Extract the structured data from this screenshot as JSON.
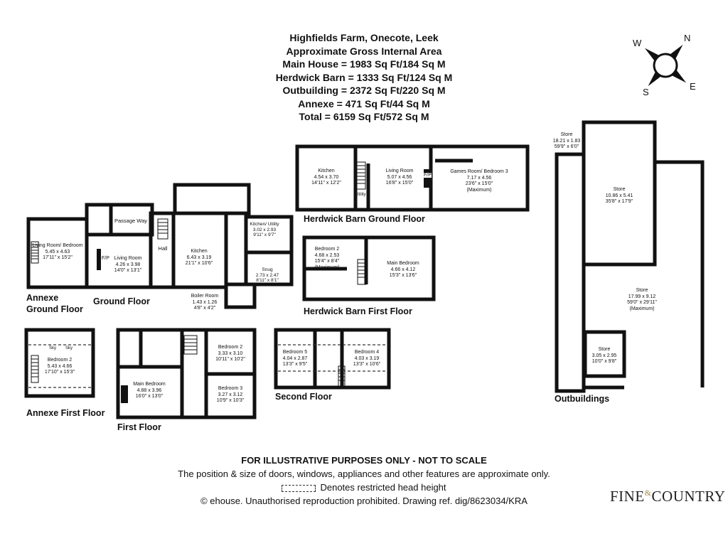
{
  "header": {
    "lines": [
      "Highfields Farm, Onecote, Leek",
      "Approximate Gross Internal Area",
      "Main House = 1983 Sq Ft/184 Sq M",
      "Herdwick Barn = 1333 Sq Ft/124 Sq M",
      "Outbuilding = 2372 Sq Ft/220 Sq M",
      "Annexe = 471 Sq Ft/44 Sq M",
      "Total = 6159 Sq Ft/572 Sq M"
    ]
  },
  "compass": {
    "n": "N",
    "e": "E",
    "s": "S",
    "w": "W"
  },
  "plans": {
    "annexe_ground": {
      "label": "Annexe Ground Floor",
      "label_line1": "Annexe",
      "label_line2": "Ground Floor",
      "rooms": [
        {
          "name": "Living Room/ Bedroom",
          "metric": "5.45 x 4.63",
          "imperial": "17'11\" x 15'2\""
        }
      ]
    },
    "ground": {
      "label": "Ground Floor",
      "rooms": [
        {
          "name": "Passage Way"
        },
        {
          "name": "Living Room",
          "metric": "4.26 x 3.98",
          "imperial": "14'0\" x 13'1\""
        },
        {
          "name": "Hall"
        },
        {
          "name": "Kitchen",
          "metric": "6.43 x 3.19",
          "imperial": "21'1\" x 10'6\""
        },
        {
          "name": "Kitchen/ Utility",
          "metric": "3.02 x 2.93",
          "imperial": "9'11\" x 9'7\""
        },
        {
          "name": "Snug",
          "metric": "2.73 x 2.47",
          "imperial": "8'11\" x 8'1\""
        },
        {
          "name": "Boiler Room",
          "metric": "1.43 x 1.26",
          "imperial": "4'8\" x 4'2\""
        }
      ],
      "fp": "F/P"
    },
    "annexe_first": {
      "label": "Annexe First Floor",
      "rooms": [
        {
          "name": "Bedroom 2",
          "metric": "5.43 x 4.66",
          "imperial": "17'10\" x 15'3\""
        }
      ],
      "sky": "Sky"
    },
    "first": {
      "label": "First Floor",
      "rooms": [
        {
          "name": "Main Bedroom",
          "metric": "4.88 x 3.96",
          "imperial": "16'0\" x 13'0\""
        },
        {
          "name": "Bedroom 2",
          "metric": "3.33 x 3.10",
          "imperial": "10'11\" x 10'2\""
        },
        {
          "name": "Bedroom 3",
          "metric": "3.27 x 3.12",
          "imperial": "10'9\" x 10'3\""
        }
      ]
    },
    "second": {
      "label": "Second Floor",
      "rooms": [
        {
          "name": "Bedroom 5",
          "metric": "4.04 x 2.87",
          "imperial": "13'3\" x 9'5\""
        },
        {
          "name": "Bedroom 4",
          "metric": "4.03 x 3.19",
          "imperial": "13'3\" x 10'6\""
        }
      ]
    },
    "barn_ground": {
      "label": "Herdwick Barn Ground Floor",
      "rooms": [
        {
          "name": "Kitchen",
          "metric": "4.54 x 3.70",
          "imperial": "14'11\" x 12'2\""
        },
        {
          "name": "Living Room",
          "metric": "5.07 x 4.56",
          "imperial": "16'8\" x 15'0\""
        },
        {
          "name": "Games Room/ Bedroom 3",
          "metric": "7.17 x 4.56",
          "imperial": "23'6\" x 15'0\"",
          "note": "(Maximum)"
        },
        {
          "name": "Utility"
        }
      ],
      "fp": "F/P"
    },
    "barn_first": {
      "label": "Herdwick Barn First Floor",
      "rooms": [
        {
          "name": "Bedroom 2",
          "metric": "4.68 x 2.53",
          "imperial": "15'4\" x 8'4\"",
          "note": "(Maximum)"
        },
        {
          "name": "Main Bedroom",
          "metric": "4.66 x 4.12",
          "imperial": "15'3\" x 13'6\""
        }
      ]
    },
    "outbuildings": {
      "label": "Outbuildings",
      "rooms": [
        {
          "name": "Store",
          "metric": "18.21 x 1.83",
          "imperial": "59'9\" x 6'0\""
        },
        {
          "name": "Store",
          "metric": "10.86 x 5.41",
          "imperial": "35'8\" x 17'9\""
        },
        {
          "name": "Store",
          "metric": "17.99 x 9.12",
          "imperial": "59'0\" x 29'11\"",
          "note": "(Maximum)"
        },
        {
          "name": "Store",
          "metric": "3.05 x 2.95",
          "imperial": "10'0\" x 9'8\""
        }
      ]
    }
  },
  "footer": {
    "disclaimer": "FOR ILLUSTRATIVE PURPOSES ONLY - NOT TO SCALE",
    "note": "The position & size of doors, windows, appliances and other features are approximate only.",
    "legend": "Denotes restricted head height",
    "copyright": "© ehouse. Unauthorised reproduction prohibited. Drawing ref. dig/8623034/KRA"
  },
  "logo": {
    "part1": "FINE",
    "amp": "&",
    "part2": "COUNTRY"
  }
}
